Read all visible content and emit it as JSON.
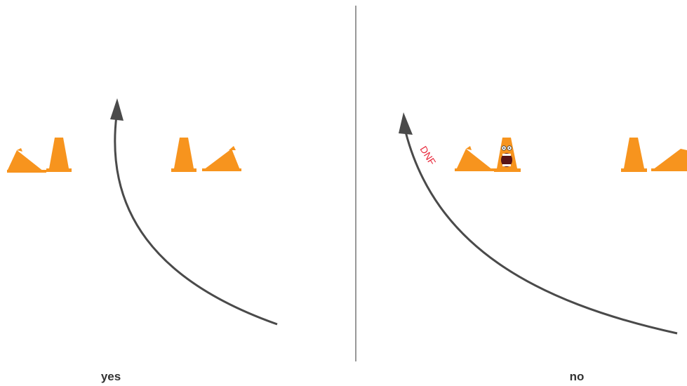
{
  "panels": {
    "left": {
      "caption": "yes"
    },
    "right": {
      "caption": "no",
      "path_label": "DNF"
    }
  },
  "colors": {
    "cone": "#f7941e",
    "cone_shadow": "#e07f12",
    "arrow": "#4a4a4a",
    "divider": "#999999",
    "dnf_label": "#e8273a",
    "face": "#5a1416"
  }
}
